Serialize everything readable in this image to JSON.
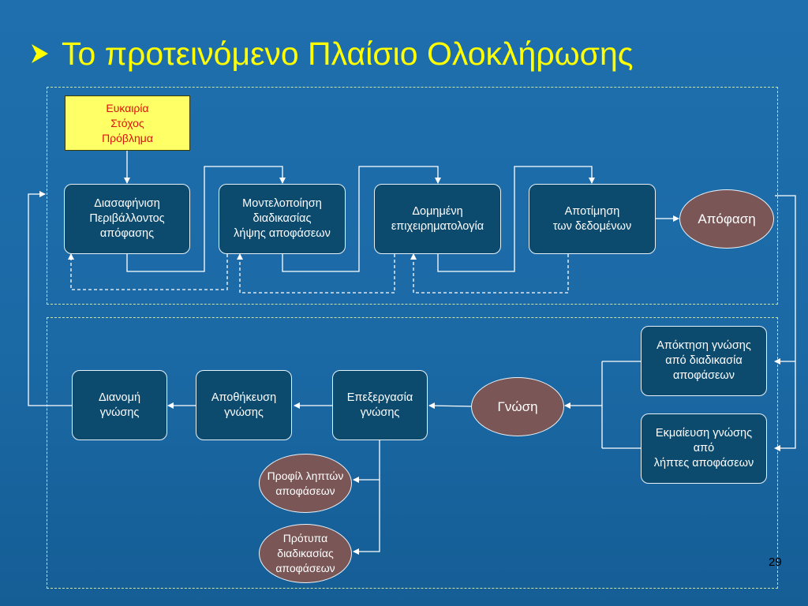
{
  "title": "Το προτεινόμενο Πλαίσιο Ολοκλήρωσης",
  "colors": {
    "background": "#1b6aa6",
    "title": "#ffff00",
    "box_fill": "#0c4a6e",
    "oval_fill": "#7a5656",
    "trigger_fill": "#ffff66",
    "trigger_text": "#e01010"
  },
  "trigger": [
    "Ευκαιρία",
    "Στόχος",
    "Πρόβλημα"
  ],
  "decision_process": {
    "steps": [
      {
        "lines": [
          "Διασαφήνιση",
          "Περιβάλλοντος",
          "απόφασης"
        ]
      },
      {
        "lines": [
          "Μοντελοποίηση",
          "διαδικασίας",
          "λήψης αποφάσεων"
        ]
      },
      {
        "lines": [
          "Δομημένη",
          "επιχειρηματολογία"
        ]
      },
      {
        "lines": [
          "Αποτίμηση",
          "των δεδομένων"
        ]
      }
    ],
    "outcome": "Απόφαση"
  },
  "knowledge_process": {
    "acquisition": [
      "Απόκτηση γνώσης",
      "από διαδικασία",
      "αποφάσεων"
    ],
    "elicitation": [
      "Εκμαίευση γνώσης",
      "από",
      "λήπτες αποφάσεων"
    ],
    "knowledge": "Γνώση",
    "processing": [
      "Επεξεργασία",
      "γνώσης"
    ],
    "storage": [
      "Αποθήκευση",
      "γνώσης"
    ],
    "distribution": [
      "Διανομή",
      "γνώσης"
    ],
    "profiles": [
      "Προφίλ",
      "ληπτών",
      "αποφάσεων"
    ],
    "templates": [
      "Πρότυπα",
      "διαδικασίας",
      "αποφάσεων"
    ]
  },
  "page_number": "29"
}
